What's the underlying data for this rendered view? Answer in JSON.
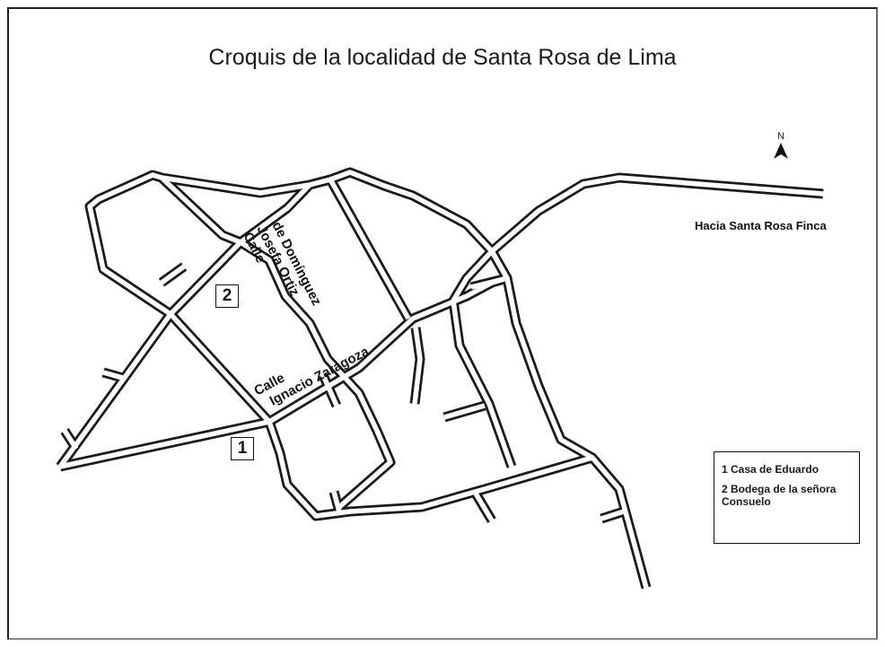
{
  "title": "Croquis de la localidad de Santa Rosa de Lima",
  "compass": {
    "letter": "N"
  },
  "destination": "Hacia Santa Rosa Finca",
  "streets": {
    "josefa": [
      "Calle",
      "Josefa Ortiz",
      "de Domínguez"
    ],
    "zaragoza_prefix": "Calle",
    "zaragoza_name": "Ignacio Zaragoza"
  },
  "markers": [
    {
      "number": "1"
    },
    {
      "number": "2"
    }
  ],
  "legend": {
    "items": [
      {
        "text": "1 Casa de Eduardo"
      },
      {
        "line1": "2 Bodega de la señora",
        "line2": "Consuelo"
      }
    ]
  },
  "colors": {
    "road_edge": "#1a1a1a",
    "road_fill": "#ffffff"
  }
}
